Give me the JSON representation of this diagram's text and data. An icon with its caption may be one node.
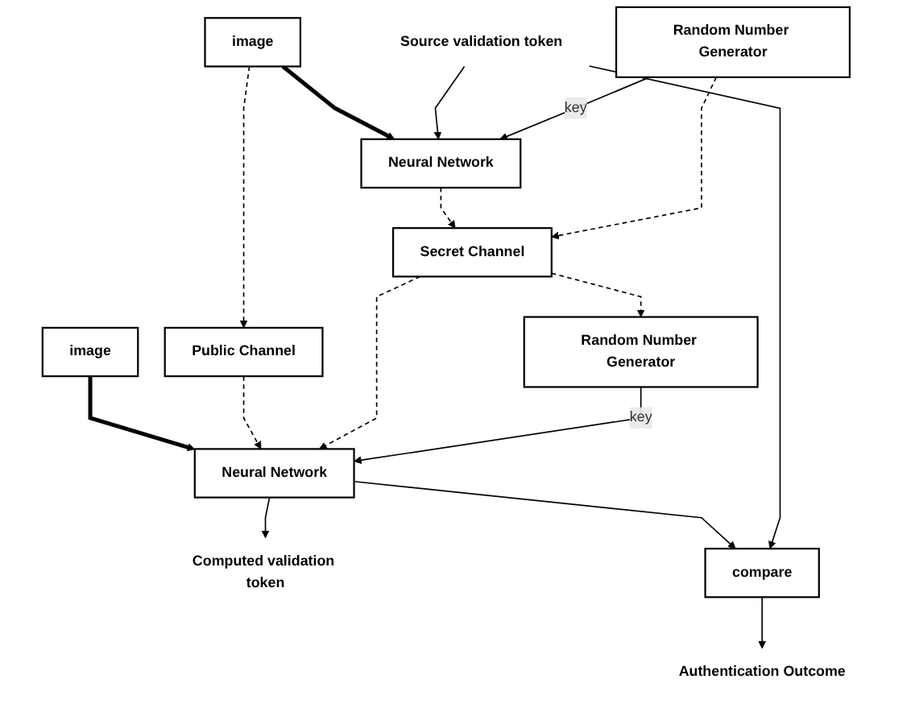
{
  "diagram": {
    "nodes": [
      {
        "text": [
          "image"
        ]
      },
      {
        "text": [
          "image"
        ]
      },
      {
        "text": [
          "Public Channel"
        ]
      },
      {
        "text": [
          "Source validation token"
        ]
      },
      {
        "text": [
          "Neural Network"
        ]
      },
      {
        "text": [
          "Secret Channel"
        ]
      },
      {
        "text": [
          "Neural Network"
        ]
      },
      {
        "text": [
          "Computed validation token"
        ]
      },
      {
        "text": [
          "Random Number Generator"
        ]
      },
      {
        "text": [
          "Random Number Generator"
        ]
      },
      {
        "text": [
          "compare"
        ]
      },
      {
        "text": [
          "Authentication Outcome"
        ]
      }
    ],
    "edges": [
      {
        "from": 0,
        "to": 4,
        "arrow": "to",
        "style": "thick"
      },
      {
        "from": 1,
        "to": 6,
        "arrow": "to",
        "style": "thick"
      },
      {
        "from": 0,
        "to": 2,
        "arrow": "to",
        "style": "dashed"
      },
      {
        "from": 2,
        "to": 6,
        "arrow": "to",
        "style": "dashed"
      },
      {
        "from": 3,
        "to": 4,
        "arrow": "to"
      },
      {
        "from": 4,
        "to": 5,
        "arrow": "to",
        "style": "dashed"
      },
      {
        "from": 5,
        "to": 6,
        "arrow": "to",
        "style": "dashed"
      },
      {
        "from": 8,
        "to": 4,
        "arrow": "to",
        "label": "key"
      },
      {
        "from": 9,
        "to": 6,
        "arrow": "to",
        "label": "key"
      },
      {
        "from": 8,
        "to": 5,
        "arrow": "to",
        "style": "dashed"
      },
      {
        "from": 5,
        "to": 9,
        "arrow": "to",
        "style": "dashed"
      },
      {
        "from": 6,
        "to": 7,
        "arrow": "to"
      },
      {
        "from": 6,
        "to": 10,
        "arrow": "to"
      },
      {
        "from": 3,
        "to": 10,
        "arrow": "to"
      },
      {
        "from": 10,
        "to": 11,
        "arrow": "to"
      }
    ]
  }
}
